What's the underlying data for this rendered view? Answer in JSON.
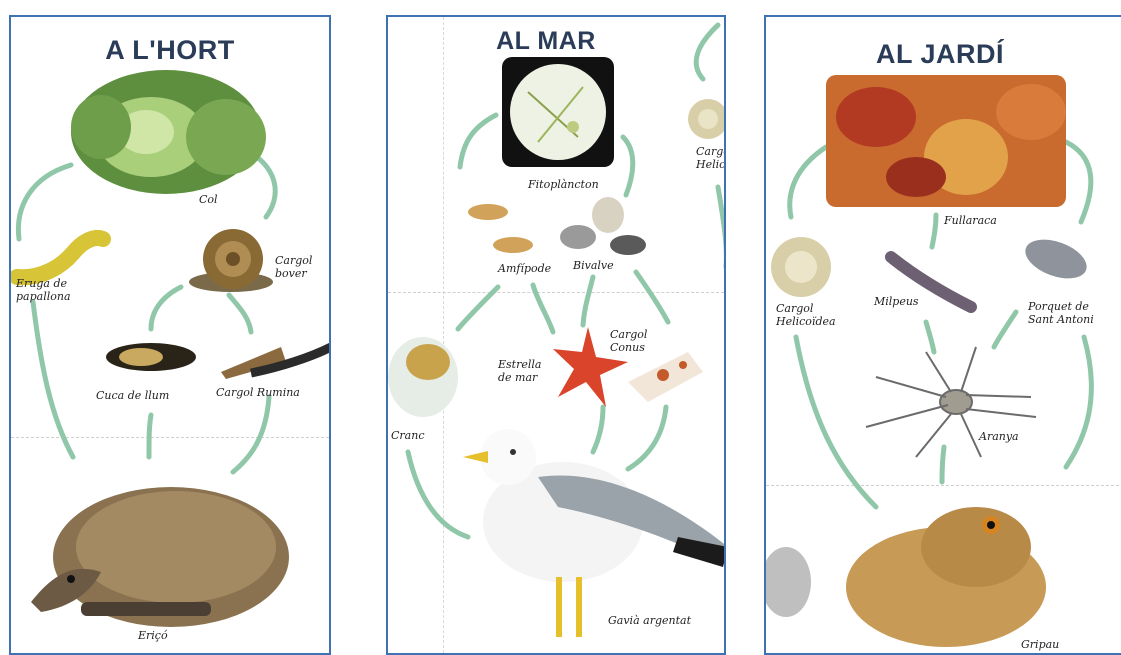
{
  "panels": [
    {
      "title": "A L'HORT",
      "labels": {
        "col": "Col",
        "eruga": "Eruga de\npapallona",
        "cargol_bover": "Cargol\nbover",
        "cuca": "Cuca de llum",
        "cargol_rumina": "Cargol Rumina",
        "erico": "Eriçó"
      }
    },
    {
      "title": "AL MAR",
      "labels": {
        "fitoplancton": "Fitoplàncton",
        "amfipode": "Amfípode",
        "bivalve": "Bivalve",
        "cargol_conus": "Cargol\nConus",
        "estrella": "Estrella\nde mar",
        "cranc": "Cranc",
        "gavia": "Gavià argentat",
        "cargol_helic_partial": "Cargol\nHelicoi"
      }
    },
    {
      "title": "AL JARDÍ",
      "labels": {
        "fullaraca": "Fullaraca",
        "cargol_helicoidea": "Cargol\nHelicoïdea",
        "milpeus": "Milpeus",
        "porquet": "Porquet de\nSant Antoni",
        "aranya": "Aranya",
        "gripau": "Gripau"
      }
    }
  ],
  "colors": {
    "border": "#3f72b5",
    "title": "#2a3c58",
    "arrow": "#8fc7a8"
  }
}
